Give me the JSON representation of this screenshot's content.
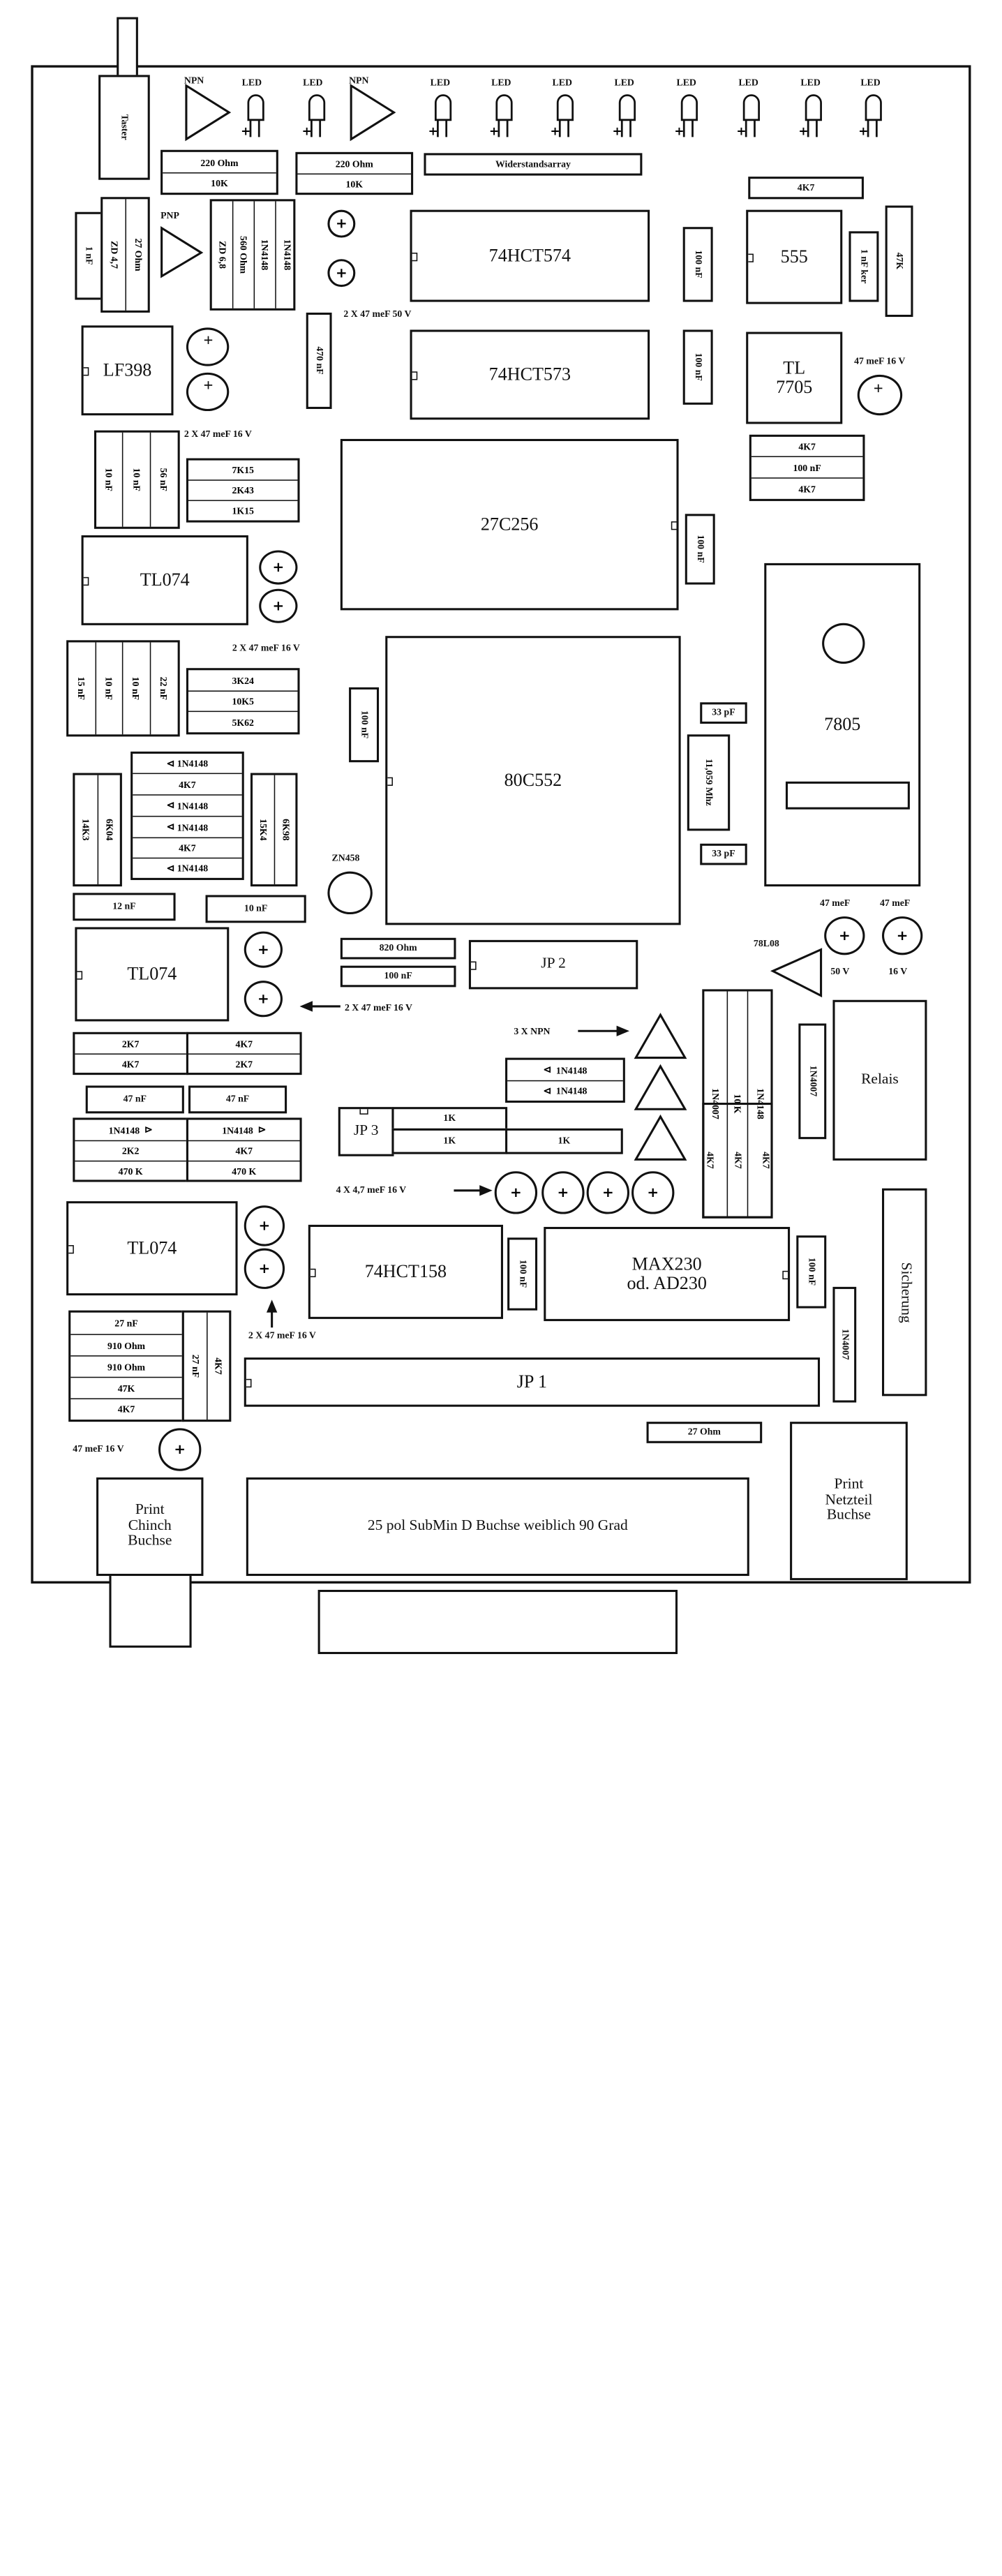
{
  "labels": {
    "taster": "Taster",
    "npn": "NPN",
    "pnp": "PNP",
    "led": "LED",
    "r220a": "220 Ohm",
    "r10ka": "10K",
    "r220b": "220 Ohm",
    "r10kb": "10K",
    "widerstandsarray": "Widerstandsarray",
    "r4k7_top": "4K7",
    "c1nf": "1 nF",
    "zd47": "ZD 4,7",
    "r27ohm": "27 Ohm",
    "zd68": "ZD 6,8",
    "r560": "560 Ohm",
    "d1n4148_top": "1N4148",
    "r1n4148_top2": "1N4148",
    "cap2x47_50": "2 X 47 meF 50 V",
    "c470nf": "470 nF",
    "ic_74hct574": "74HCT574",
    "ic_74hct573": "74HCT573",
    "c100nf": "100 nF",
    "ic_555": "555",
    "c1nfker": "1 nF ker",
    "r47k": "47K",
    "ic_tl7705": "TL\n7705",
    "cap47_16": "47 meF 16 V",
    "ic_lf398": "LF398",
    "cap2x47_16": "2 X 47 meF 16 V",
    "c10nf": "10 nF",
    "c56nf": "56 nF",
    "r7k15": "7K15",
    "r2k43": "2K43",
    "r1k15": "1K15",
    "ic_27c256": "27C256",
    "r4k7": "4K7",
    "ic_tl074": "TL074",
    "c15nf": "15 nF",
    "c22nf": "22 nF",
    "r3k24": "3K24",
    "r10k5": "10K5",
    "r5k62": "5K62",
    "ic_7805": "7805",
    "ic_80c552": "80C552",
    "c33pf": "33 pF",
    "xtal": "11,059 Mhz",
    "d1n4148": "1N4148",
    "r14k3": "14K3",
    "r6k04": "6K04",
    "r15k4": "15K4",
    "r6k98": "6K98",
    "zn458": "ZN458",
    "c12nf": "12 nF",
    "r820": "820 Ohm",
    "jp2": "JP 2",
    "l78l08": "78L08",
    "cap47meF": "47 meF",
    "v50": "50 V",
    "v16": "16 V",
    "r2k7": "2K7",
    "c47nf": "47 nF",
    "arrow3npn": "3 X NPN",
    "d1n4007": "1N4007",
    "r10k": "10 K",
    "relais": "Relais",
    "jp3": "JP 3",
    "r1k": "1K",
    "r2k2": "2K2",
    "r470k": "470 K",
    "cap4x47": "4 X 4,7 meF 16 V",
    "ic_74hct158": "74HCT158",
    "ic_max230": "MAX230\nod. AD230",
    "sicherung": "Sicherung",
    "c27nf": "27 nF",
    "r910": "910 Ohm",
    "r47k_b": "47K",
    "jp1": "JP 1",
    "r27ohm_b": "27 Ohm",
    "print_chinch": "Print\nChinch\nBuchse",
    "subd": "25 pol SubMin D Buchse weiblich 90 Grad",
    "print_netzteil": "Print\nNetzteil\nBuchse"
  }
}
